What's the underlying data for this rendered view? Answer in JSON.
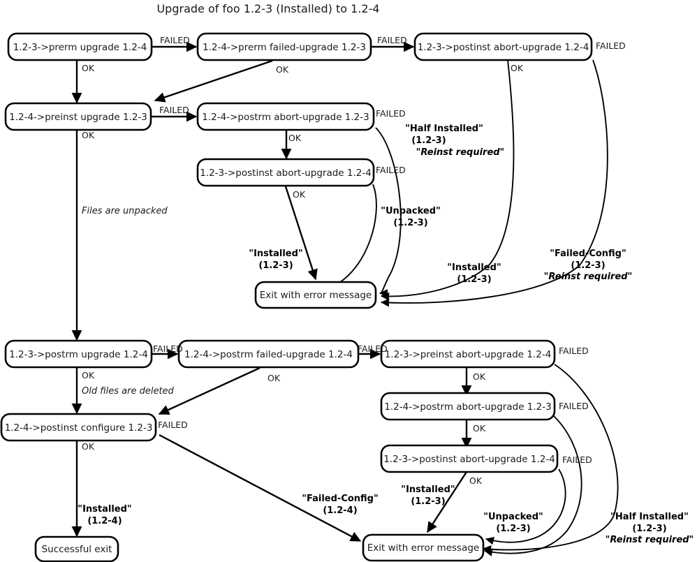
{
  "title": "Upgrade of foo 1.2-3 (Installed) to 1.2-4",
  "nodes": {
    "prerm_upgrade": "1.2-3->prerm upgrade 1.2-4",
    "prerm_failed_upgrade": "1.2-4->prerm failed-upgrade 1.2-3",
    "postinst_abort_top": "1.2-3->postinst abort-upgrade 1.2-4",
    "preinst_upgrade": "1.2-4->preinst upgrade 1.2-3",
    "postrm_abort_mid": "1.2-4->postrm abort-upgrade 1.2-3",
    "postinst_abort_mid": "1.2-3->postinst abort-upgrade 1.2-4",
    "exit_error_upper": "Exit with error message",
    "postrm_upgrade": "1.2-3->postrm upgrade 1.2-4",
    "postrm_failed_upgrade": "1.2-4->postrm failed-upgrade 1.2-4",
    "preinst_abort": "1.2-3->preinst abort-upgrade 1.2-4",
    "postinst_configure": "1.2-4->postinst configure 1.2-3",
    "postrm_abort_low": "1.2-4->postrm abort-upgrade 1.2-3",
    "postinst_abort_low": "1.2-3->postinst abort-upgrade 1.2-4",
    "exit_error_lower": "Exit with error message",
    "successful_exit": "Successful exit"
  },
  "edge_labels": {
    "failed": "FAILED",
    "ok": "OK"
  },
  "edges": [
    {
      "id": "e1",
      "from": "prerm_upgrade",
      "to": "prerm_failed_upgrade",
      "label": "FAILED"
    },
    {
      "id": "e2",
      "from": "prerm_upgrade",
      "to": "preinst_upgrade",
      "label": "OK"
    },
    {
      "id": "e3",
      "from": "prerm_failed_upgrade",
      "to": "postinst_abort_top",
      "label": "FAILED"
    },
    {
      "id": "e4",
      "from": "prerm_failed_upgrade",
      "to": "preinst_upgrade",
      "label": "OK"
    },
    {
      "id": "e5",
      "from": "postinst_abort_top",
      "to": "exit_error_upper",
      "label": "FAILED"
    },
    {
      "id": "e6",
      "from": "postinst_abort_top",
      "to": "exit_error_upper",
      "label": "OK"
    },
    {
      "id": "e7",
      "from": "preinst_upgrade",
      "to": "postrm_abort_mid",
      "label": "FAILED"
    },
    {
      "id": "e8",
      "from": "preinst_upgrade",
      "to": "postrm_upgrade",
      "label": "OK"
    },
    {
      "id": "e9",
      "from": "postrm_abort_mid",
      "to": "exit_error_upper",
      "label": "FAILED"
    },
    {
      "id": "e10",
      "from": "postrm_abort_mid",
      "to": "postinst_abort_mid",
      "label": "OK"
    },
    {
      "id": "e11",
      "from": "postinst_abort_mid",
      "to": "exit_error_upper",
      "label": "FAILED"
    },
    {
      "id": "e12",
      "from": "postinst_abort_mid",
      "to": "exit_error_upper",
      "label": "OK"
    },
    {
      "id": "e13",
      "from": "postrm_upgrade",
      "to": "postrm_failed_upgrade",
      "label": "FAILED"
    },
    {
      "id": "e14",
      "from": "postrm_upgrade",
      "to": "postinst_configure",
      "label": "OK"
    },
    {
      "id": "e15",
      "from": "postrm_failed_upgrade",
      "to": "preinst_abort",
      "label": "FAILED"
    },
    {
      "id": "e16",
      "from": "postrm_failed_upgrade",
      "to": "postinst_configure",
      "label": "OK"
    },
    {
      "id": "e17",
      "from": "preinst_abort",
      "to": "exit_error_lower",
      "label": "FAILED"
    },
    {
      "id": "e18",
      "from": "preinst_abort",
      "to": "postrm_abort_low",
      "label": "OK"
    },
    {
      "id": "e19",
      "from": "postinst_configure",
      "to": "exit_error_lower",
      "label": "FAILED"
    },
    {
      "id": "e20",
      "from": "postinst_configure",
      "to": "successful_exit",
      "label": "OK"
    },
    {
      "id": "e21",
      "from": "postrm_abort_low",
      "to": "exit_error_lower",
      "label": "FAILED"
    },
    {
      "id": "e22",
      "from": "postrm_abort_low",
      "to": "postinst_abort_low",
      "label": "OK"
    },
    {
      "id": "e23",
      "from": "postinst_abort_low",
      "to": "exit_error_lower",
      "label": "FAILED"
    },
    {
      "id": "e24",
      "from": "postinst_abort_low",
      "to": "exit_error_lower",
      "label": "OK"
    }
  ],
  "notes": {
    "files_unpacked": "Files are unpacked",
    "old_files_deleted": "Old files are deleted"
  },
  "state_labels": {
    "half_installed_upper": {
      "line1": "\"Half Installed\"",
      "line2": "(1.2-3)",
      "line3": "\"Reinst required\""
    },
    "unpacked_upper": {
      "line1": "\"Unpacked\"",
      "line2": "(1.2-3)"
    },
    "installed_upper_left": {
      "line1": "\"Installed\"",
      "line2": "(1.2-3)"
    },
    "installed_upper_right": {
      "line1": "\"Installed\"",
      "line2": "(1.2-3)"
    },
    "failed_config_upper": {
      "line1": "\"Failed-Config\"",
      "line2": "(1.2-3)",
      "line3": "\"Reinst required\""
    },
    "failed_config_lower": {
      "line1": "\"Failed-Config\"",
      "line2": "(1.2-4)"
    },
    "installed_lower": {
      "line1": "\"Installed\"",
      "line2": "(1.2-3)"
    },
    "unpacked_lower": {
      "line1": "\"Unpacked\"",
      "line2": "(1.2-3)"
    },
    "half_installed_lower": {
      "line1": "\"Half Installed\"",
      "line2": "(1.2-3)",
      "line3": "\"Reinst required\""
    },
    "installed_success": {
      "line1": "\"Installed\"",
      "line2": "(1.2-4)"
    }
  },
  "colors": {
    "background": "#ffffff",
    "stroke": "#000000",
    "text": "#1a1a1a"
  }
}
